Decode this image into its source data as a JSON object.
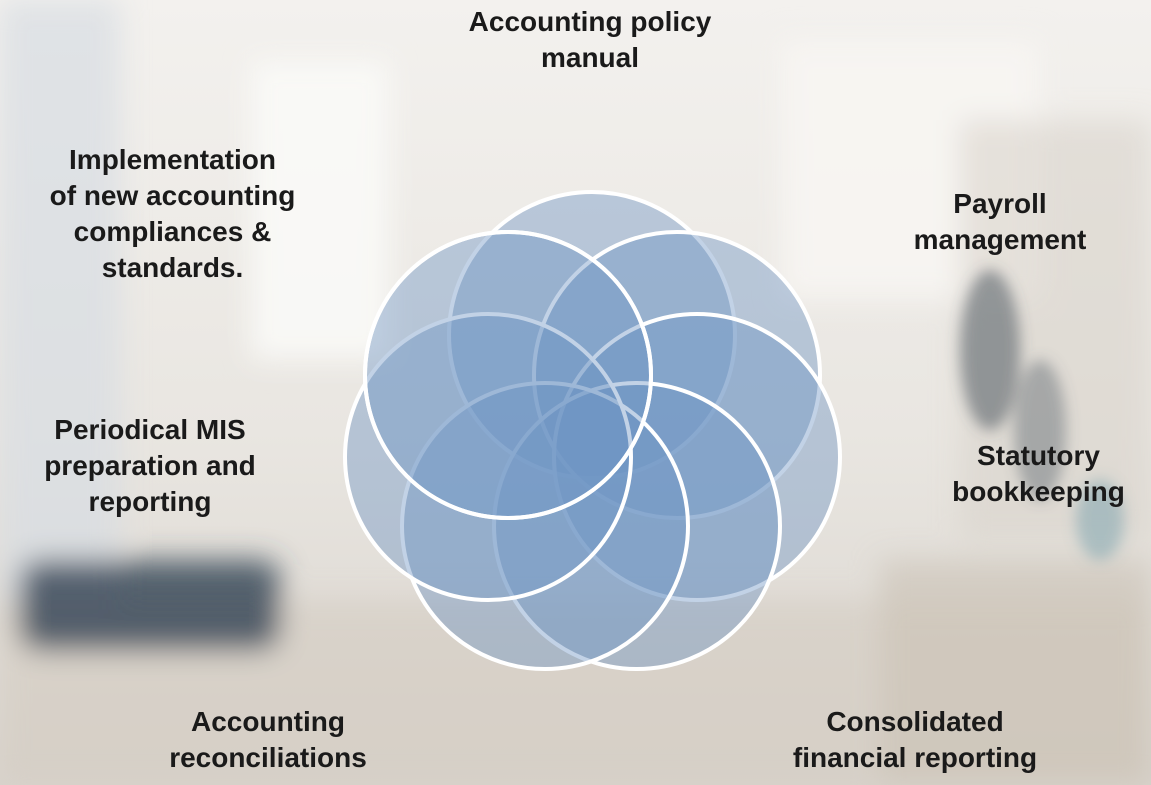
{
  "diagram": {
    "labels": [
      "Accounting policy\nmanual",
      "Payroll\nmanagement",
      "Statutory\nbookkeeping",
      "Consolidated\nfinancial reporting",
      "Accounting\nreconciliations",
      "Periodical MIS\npreparation and\nreporting",
      "Implementation\nof new accounting\ncompliances &\nstandards."
    ],
    "colors": {
      "circle_fill": "#6e93c4",
      "circle_stroke": "#ffffff",
      "label_text": "#1a1a1a"
    }
  }
}
